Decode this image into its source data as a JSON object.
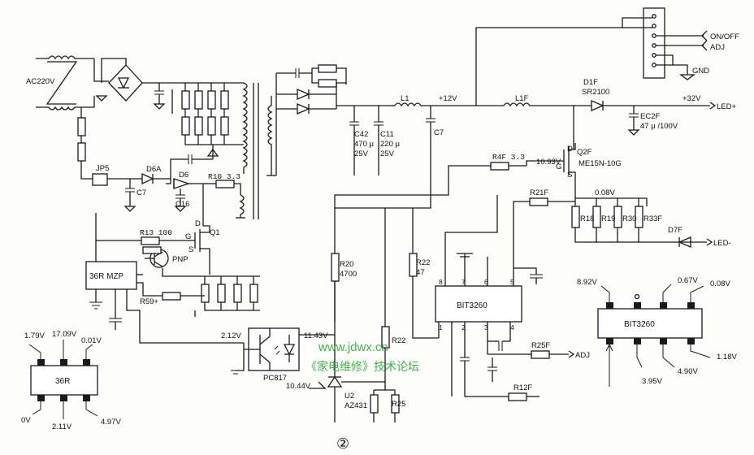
{
  "labels": {
    "ac_input": "AC220V",
    "jp5": "JP5",
    "d6a": "D6A",
    "d6": "D6",
    "c7_left": "C7",
    "c16": "C16",
    "r10": "R10 3.3",
    "r13": "R13 100",
    "q1": "Q1",
    "g": "G",
    "s": "S",
    "d": "D",
    "pnp": "PNP",
    "ic_36r_mzp": "36R MZP",
    "r59": "R59+",
    "c42": "C42",
    "c42_val": "470 μ",
    "c42_v": "25V",
    "c11": "C11",
    "c11_val": "220 μ",
    "c11_v": "25V",
    "c7_right": "C7",
    "l1": "L1",
    "plus12v": "+12V",
    "l1f": "L1F",
    "d1f": "D1F",
    "sr2100": "SR2100",
    "plus32v": "+32V",
    "led_plus": "LED+",
    "ec2f": "EC2F",
    "ec2f_val": "47 μ /100V",
    "on_off": "ON/OFF",
    "adj_conn": "ADJ",
    "gnd": "GND",
    "q2f": "Q2F",
    "me15n": "ME15N-10G",
    "v1093": "10.93V",
    "r4f": "R4F 3.3",
    "r21f": "R21F",
    "v008_top": "0.08V",
    "r18": "R18",
    "r19": "R19",
    "r30": "R30",
    "r33f": "R33F",
    "d7f": "D7F",
    "led_minus": "LED-",
    "r20": "R20",
    "r20_val": "4700",
    "r22_top": "R22",
    "r22_val": "47",
    "r22_bot": "R22",
    "r25": "R25",
    "bit3260_main": "BIT3260",
    "pin8": "8",
    "pin7": "7",
    "pin6": "6",
    "pin5": "5",
    "pin1": "1",
    "pin2": "2",
    "pin3": "3",
    "pin4": "4",
    "r25f": "R25F",
    "adj_in": "ADJ",
    "r12f": "R12F",
    "pc817": "PC817",
    "v212": "2.12V",
    "v1143": "11.43V",
    "v1044": "10.44V",
    "u2": "U2",
    "az431": "AZ431",
    "ic36r_label": "36R",
    "v179": "1.79V",
    "v1709": "17.09V",
    "v001": "0.01V",
    "v0": "0V",
    "v211": "2.11V",
    "v497": "4.97V",
    "bit3260_pin": "BIT3260",
    "v892": "8.92V",
    "v067": "0.67V",
    "v008_pin": "0.08V",
    "v395": "3.95V",
    "v490": "4.90V",
    "v118": "1.18V",
    "figure_number": "②"
  },
  "watermark": {
    "url": "www.jdwx.cn",
    "forum": "《家电维修》技术论坛",
    "color": "#3fb54a"
  }
}
